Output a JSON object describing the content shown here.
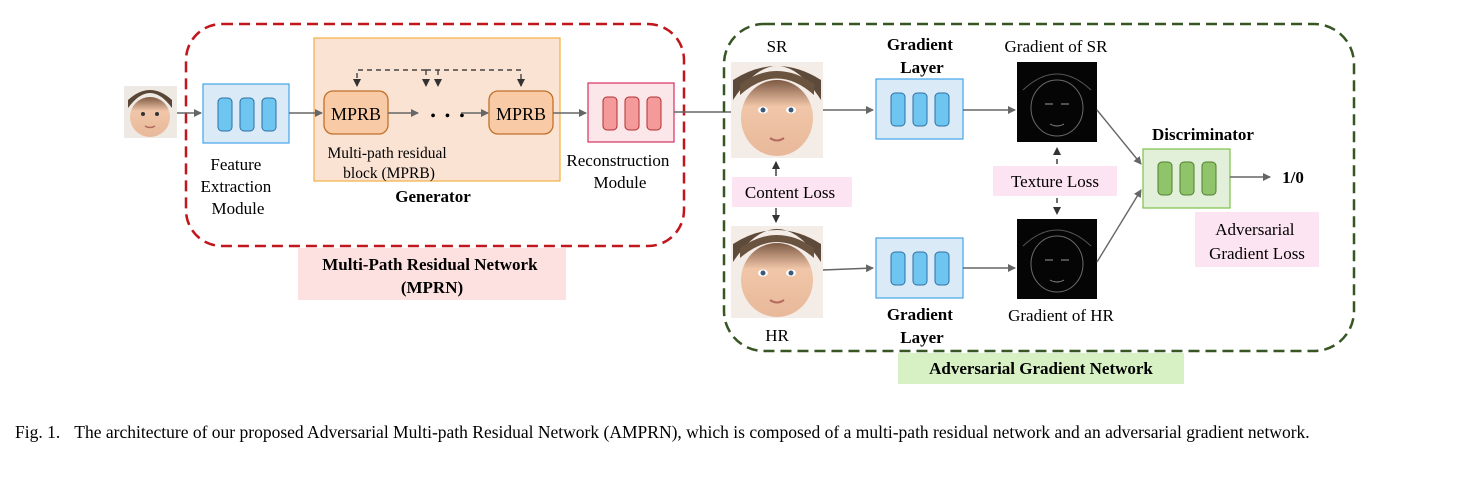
{
  "generator": {
    "title": "Generator",
    "feature_extraction": [
      "Feature",
      "Extraction",
      "Module"
    ],
    "mprb_label": "MPRB",
    "ellipsis": "• • •",
    "mprb_caption": [
      "Multi-path residual",
      "block (MPRB)"
    ],
    "reconstruction": [
      "Reconstruction",
      "Module"
    ],
    "network_name": [
      "Multi-Path Residual Network",
      "(MPRN)"
    ]
  },
  "adversarial": {
    "sr_label": "SR",
    "hr_label": "HR",
    "gradient_layer_top": [
      "Gradient",
      "Layer"
    ],
    "gradient_layer_bottom": [
      "Gradient",
      "Layer"
    ],
    "gradient_of_sr": "Gradient of SR",
    "gradient_of_hr": "Gradient of HR",
    "content_loss": "Content Loss",
    "texture_loss": "Texture Loss",
    "discriminator": "Discriminator",
    "output": "1/0",
    "adversarial_gradient_loss": [
      "Adversarial",
      "Gradient Loss"
    ],
    "network_name": "Adversarial Gradient Network"
  },
  "caption": {
    "number": "Fig. 1.",
    "text": "The architecture of our proposed Adversarial Multi-path Residual Network (AMPRN), which is composed of a multi-path residual network and an adversarial gradient network."
  },
  "colors": {
    "red_dash": "#c0161c",
    "green_dash": "#375623",
    "blue_box": "#dbeaf7",
    "blue_cell": "#6ec6f0",
    "orange_region": "#fbe3d4",
    "mprb_fill": "#f8cba6",
    "red_cell": "#f59a9a",
    "green_box": "#e2efd9",
    "green_cell": "#8fc46b",
    "pink_label": "#fde4f2",
    "mprn_label_bg": "#fde1e1",
    "agn_label_bg": "#d7f0c4"
  }
}
